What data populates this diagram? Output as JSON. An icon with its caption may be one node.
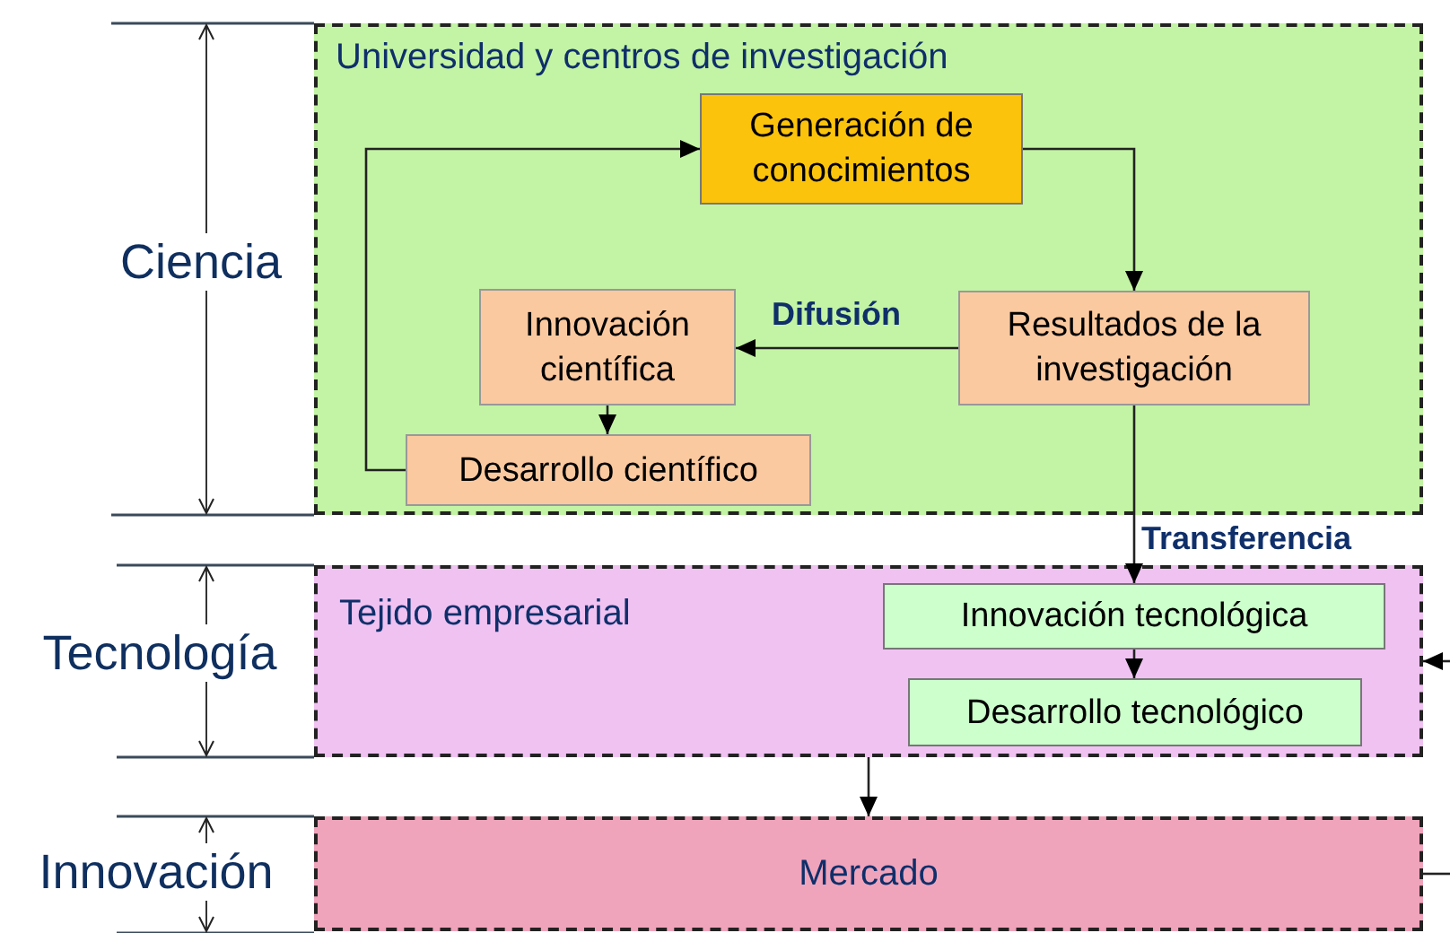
{
  "diagram": {
    "nodes": [
      {
        "text": [
          "Universidad y centros de investigación"
        ]
      },
      {
        "text": [
          "Generación de conocimientos"
        ],
        "in": 0
      },
      {
        "text": [
          "Resultados de la investigación"
        ],
        "in": 0
      },
      {
        "text": [
          "Innovación científica"
        ],
        "in": 0
      },
      {
        "text": [
          "Desarrollo científico"
        ],
        "in": 0
      },
      {
        "text": [
          "Tejido empresarial"
        ]
      },
      {
        "text": [
          "Innovación tecnológica"
        ],
        "in": 5
      },
      {
        "text": [
          "Desarrollo tecnológico"
        ],
        "in": 5
      },
      {
        "text": [
          "Mercado"
        ]
      }
    ],
    "edges": [
      {
        "from": 1,
        "to": 2,
        "arrow": "to"
      },
      {
        "from": 2,
        "to": 3,
        "arrow": "to",
        "label": "Difusión"
      },
      {
        "from": 3,
        "to": 4,
        "arrow": "to"
      },
      {
        "from": 4,
        "to": 1,
        "arrow": "to"
      },
      {
        "from": 2,
        "to": 6,
        "arrow": "to",
        "label": "Transferencia"
      },
      {
        "from": 6,
        "to": 7,
        "arrow": "to"
      },
      {
        "from": 5,
        "to": 8,
        "arrow": "to"
      },
      {
        "from": null,
        "to": 5,
        "arrow": "to"
      },
      {
        "from": 8,
        "to": null,
        "arrow": "none"
      }
    ],
    "labels": [
      "Ciencia",
      "Tecnología",
      "Innovación"
    ]
  }
}
